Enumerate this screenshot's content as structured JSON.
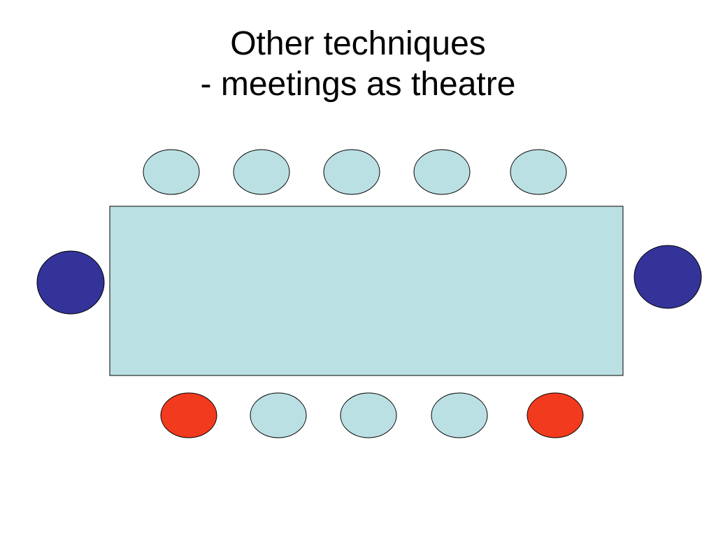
{
  "slide": {
    "title_line_1": "Other techniques",
    "title_line_2": "- meetings as theatre"
  },
  "diagram": {
    "colors": {
      "table_fill": "#bbe0e3",
      "seat_fill": "#bbe0e3",
      "end_seat_fill": "#333399",
      "highlight_seat_fill": "#f23a1e",
      "outline": "#000000"
    },
    "table": {
      "name": "meeting-table"
    },
    "top_row": [
      "seat",
      "seat",
      "seat",
      "seat",
      "seat"
    ],
    "bottom_row": [
      "highlight",
      "seat",
      "seat",
      "seat",
      "highlight"
    ],
    "ends": [
      "end",
      "end"
    ]
  }
}
